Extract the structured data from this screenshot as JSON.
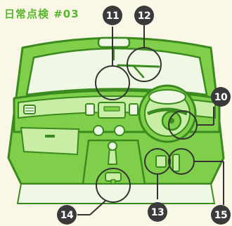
{
  "title": "日常点検 #03",
  "colors": {
    "background": "#fbf7e6",
    "body_green": "#7fcf4a",
    "light_green": "#c8eda4",
    "outline": "#3a8a1f",
    "glass": "#eef8e4",
    "badge": "#3a3a3a",
    "callout_line": "#444444"
  },
  "callouts": [
    {
      "id": "callout-10",
      "label": "10",
      "target": "steering-wheel-hub"
    },
    {
      "id": "callout-11",
      "label": "11",
      "target": "rearview-mirror-area"
    },
    {
      "id": "callout-12",
      "label": "12",
      "target": "wiper"
    },
    {
      "id": "callout-13",
      "label": "13",
      "target": "brake-pedal"
    },
    {
      "id": "callout-14",
      "label": "14",
      "target": "parking-brake"
    },
    {
      "id": "callout-15",
      "label": "15",
      "target": "accelerator-pedal"
    }
  ]
}
